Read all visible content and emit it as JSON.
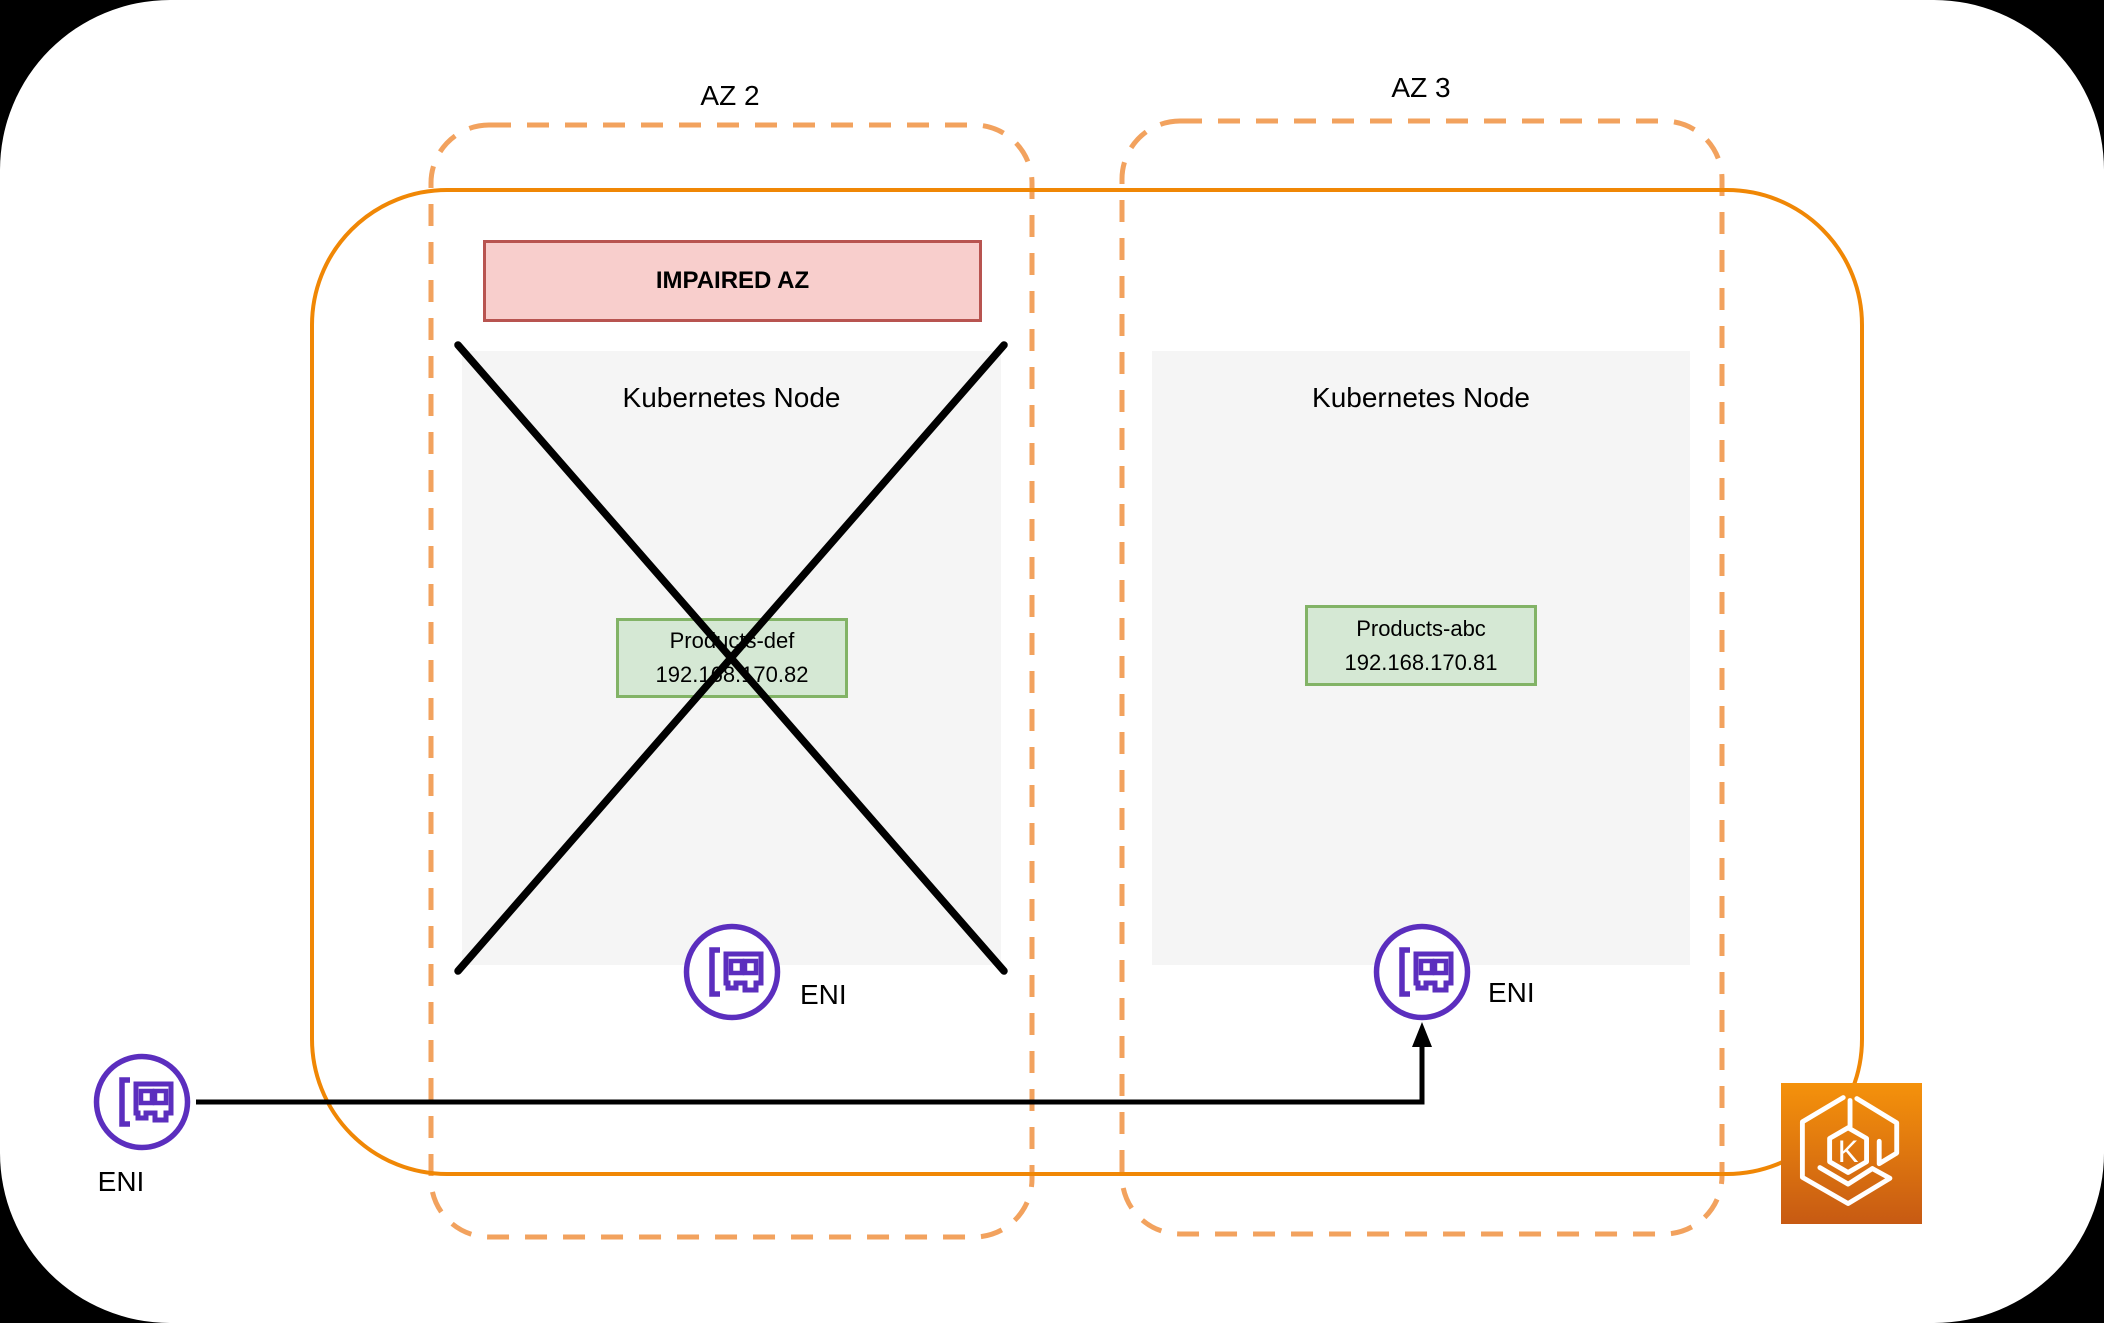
{
  "azs": [
    {
      "label": "AZ 2",
      "impaired_banner": "IMPAIRED AZ",
      "node_title": "Kubernetes Node",
      "node_crossed_out": true,
      "pod_name": "Products-def",
      "pod_ip": "192.168.170.82",
      "eni_label": "ENI"
    },
    {
      "label": "AZ 3",
      "impaired_banner": null,
      "node_title": "Kubernetes Node",
      "node_crossed_out": false,
      "pod_name": "Products-abc",
      "pod_ip": "192.168.170.81",
      "eni_label": "ENI"
    }
  ],
  "external_eni": {
    "label": "ENI"
  },
  "eks": {
    "letter": "K"
  },
  "connection": {
    "type": "arrow",
    "from": "external-eni",
    "to": "az3-node-eni"
  },
  "colors": {
    "az_boundary_dashed": "#F2A25E",
    "cluster_boundary_solid": "#F08705",
    "impaired_fill": "#F8CECC",
    "impaired_border": "#B85450",
    "pod_fill": "#D5E8D4",
    "pod_border": "#82B366",
    "node_fill": "#F5F5F5",
    "eni_purple": "#5B2EBE",
    "eks_gradient_top": "#F5920B",
    "eks_gradient_bottom": "#C75A13",
    "line_black": "#000000",
    "page_background": "#000000",
    "canvas_background": "#FFFFFF"
  }
}
